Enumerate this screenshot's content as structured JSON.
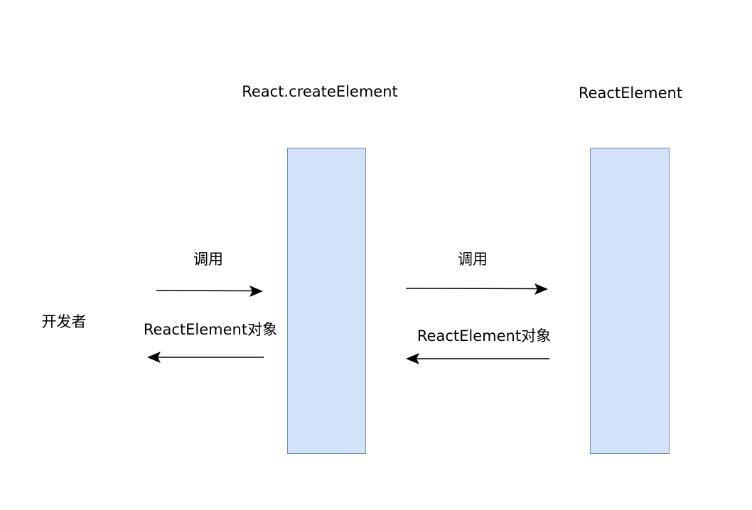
{
  "colors": {
    "box_fill": "#d4e2f7",
    "box_stroke": "#6c8ebf",
    "arrow": "#000000",
    "background": "#ffffff"
  },
  "nodes": {
    "developer": {
      "label": "开发者"
    },
    "create_element": {
      "label": "React.createElement"
    },
    "react_element": {
      "label": "ReactElement"
    }
  },
  "edges": {
    "dev_to_create": {
      "label": "调用",
      "direction": "right"
    },
    "create_to_dev": {
      "label": "ReactElement对象",
      "direction": "left"
    },
    "create_to_element": {
      "label": "调用",
      "direction": "right"
    },
    "element_to_create": {
      "label": "ReactElement对象",
      "direction": "left"
    }
  }
}
